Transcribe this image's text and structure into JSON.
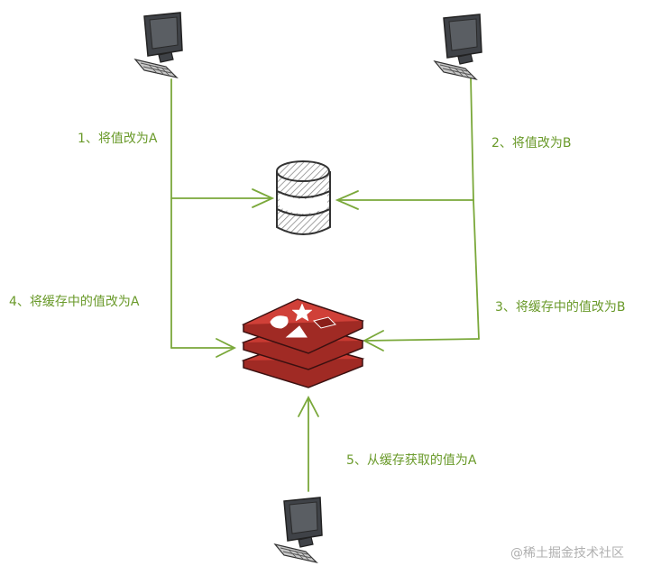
{
  "labels": {
    "step1": "1、将值改为A",
    "step2": "2、将值改为B",
    "step3": "3、将缓存中的值改为B",
    "step4": "4、将缓存中的值改为A",
    "step5": "5、从缓存获取的值为A"
  },
  "watermark": "@稀土掘金技术社区",
  "icons": {
    "client": "computer-icon",
    "database": "database-icon",
    "cache": "redis-cache-icon"
  },
  "colors": {
    "line": "#7aa83a",
    "label": "#6a9a2a",
    "redis": "#c83a32",
    "computer": "#4a4d52"
  }
}
